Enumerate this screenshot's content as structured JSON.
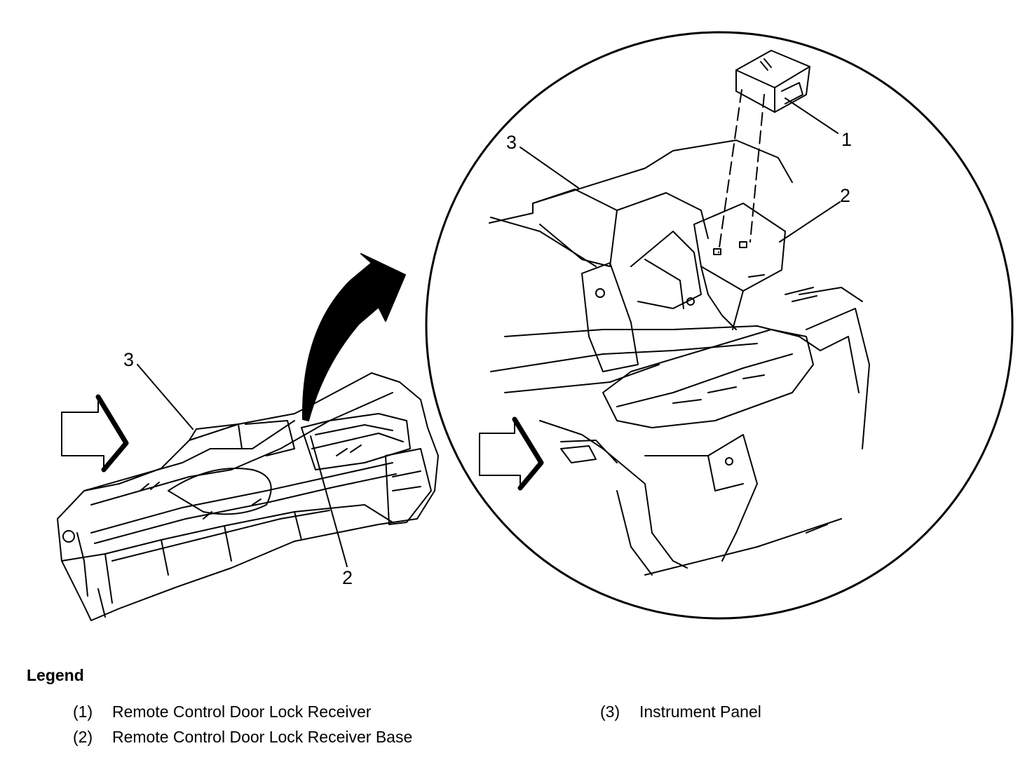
{
  "callouts": {
    "left_3": "3",
    "left_2": "2",
    "zoom_1": "1",
    "zoom_2": "2",
    "zoom_3": "3"
  },
  "legend": {
    "title": "Legend",
    "items": [
      {
        "num": "(1)",
        "label": "Remote Control Door Lock Receiver"
      },
      {
        "num": "(2)",
        "label": "Remote Control Door Lock Receiver Base"
      },
      {
        "num": "(3)",
        "label": "Instrument Panel"
      }
    ]
  }
}
